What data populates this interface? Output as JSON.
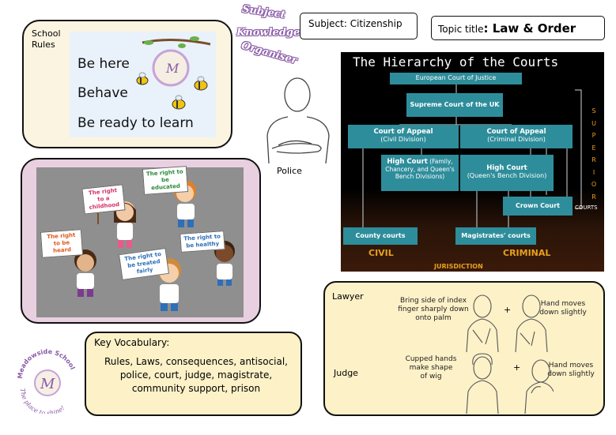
{
  "header": {
    "subject_label": "Subject: Citizenship",
    "topic_prefix": "Topic title",
    "topic_title": ": Law & Order",
    "sko_word1": "Subject",
    "sko_word2": "Knowledge",
    "sko_word3": "Organiser"
  },
  "rules": {
    "label": "School Rules",
    "items": [
      "Be here",
      "Behave",
      "Be ready to learn"
    ]
  },
  "rights": {
    "signs": [
      "The right to a childhood",
      "The right to be educated",
      "The right to be heard",
      "The right to be healthy",
      "The right to be treated fairly"
    ]
  },
  "police": {
    "label": "Police"
  },
  "courts": {
    "title": "The Hierarchy of the Courts",
    "european": "European Court of Justice",
    "supreme": "Supreme Court of the UK",
    "appeal_civil": "Court of Appeal",
    "appeal_civil_sub": "(Civil Division)",
    "appeal_criminal": "Court of Appeal",
    "appeal_criminal_sub": "(Criminal Division)",
    "high_civil": "High Court",
    "high_civil_sub": "(Family, Chancery, and Queen's Bench Divisions)",
    "high_criminal": "High Court",
    "high_criminal_sub": "(Queen's Bench Division)",
    "crown": "Crown Court",
    "county": "County courts",
    "magistrates": "Magistrates' courts",
    "civil": "CIVIL",
    "criminal": "CRIMINAL",
    "jurisdiction": "JURISDICTION",
    "superior": [
      "S",
      "U",
      "P",
      "E",
      "R",
      "I",
      "O",
      "R"
    ],
    "courts_word": "COURTS"
  },
  "school": {
    "logo_name": "Meadowside School",
    "logo_motto": "The place to shine!"
  },
  "vocab": {
    "title": "Key Vocabulary:",
    "text": "Rules, Laws, consequences, antisocial, police, court, judge, magistrate, community support, prison"
  },
  "signs": {
    "lawyer_label": "Lawyer",
    "lawyer_desc1": "Bring side of index finger sharply down onto palm",
    "lawyer_desc2": "Hand moves down slightly",
    "judge_label": "Judge",
    "judge_desc1": "Cupped hands make shape of wig",
    "judge_desc2": "Hand moves down slightly",
    "plus": "+"
  },
  "colors": {
    "court_box": "#2e8d9b",
    "court_label": "#e8a01c",
    "rules_panel": "#fbf4e0",
    "rights_panel": "#e9d0e0",
    "vocab_panel": "#fdf1c8"
  }
}
